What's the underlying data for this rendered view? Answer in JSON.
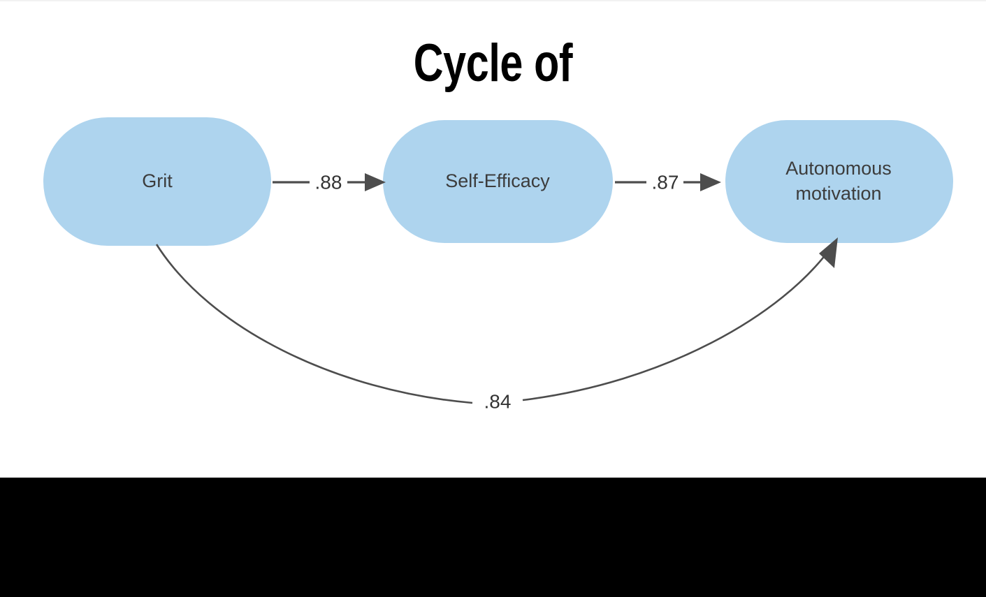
{
  "title": "Cycle of",
  "colors": {
    "node_fill": "#aed4ee",
    "node_text": "#3c3c3c",
    "edge": "#4d4d4d",
    "edge_label": "#333333",
    "title_text": "#000000",
    "background": "#ffffff",
    "letterbox": "#000000"
  },
  "diagram": {
    "type": "path-diagram",
    "nodes": [
      {
        "id": "grit",
        "label": "Grit"
      },
      {
        "id": "self-efficacy",
        "label": "Self-Efficacy"
      },
      {
        "id": "autonomous-motivation",
        "label_line1": "Autonomous",
        "label_line2": "motivation"
      }
    ],
    "edges": [
      {
        "id": "grit-to-self-efficacy",
        "from": "Grit",
        "to": "Self-Efficacy",
        "label": ".88",
        "shape": "straight"
      },
      {
        "id": "self-efficacy-to-autonomous-motivation",
        "from": "Self-Efficacy",
        "to": "Autonomous motivation",
        "label": ".87",
        "shape": "straight"
      },
      {
        "id": "grit-to-autonomous-motivation",
        "from": "Grit",
        "to": "Autonomous motivation",
        "label": ".84",
        "shape": "curved"
      }
    ]
  }
}
